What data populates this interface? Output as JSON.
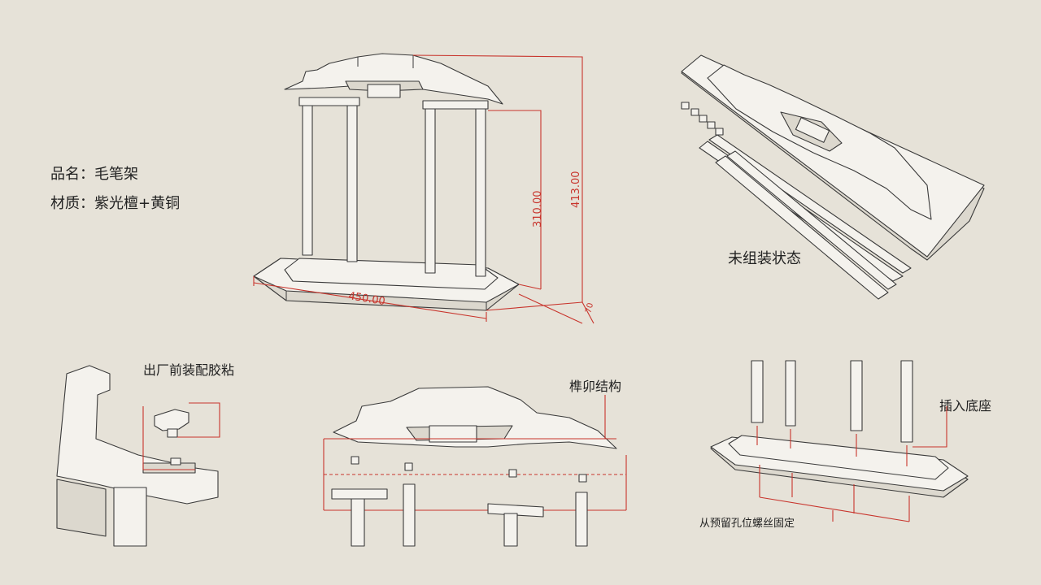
{
  "info": {
    "product_name": "品名：毛笔架",
    "material": "材质：紫光檀+黄铜"
  },
  "dimensions": {
    "height_inner": "310.00",
    "height_total": "413.00",
    "width": "450.00",
    "depth": "70"
  },
  "callouts": {
    "unassembled": "未组装状态",
    "factory_glue": "出厂前装配胶粘",
    "mortise_tenon": "榫卯结构",
    "insert_base": "插入底座",
    "screw_fix": "从预留孔位螺丝固定"
  },
  "colors": {
    "background": "#e6e2d8",
    "line": "#3a3a3a",
    "dimension": "#c8342c",
    "model_fill": "#f4f2ed"
  }
}
